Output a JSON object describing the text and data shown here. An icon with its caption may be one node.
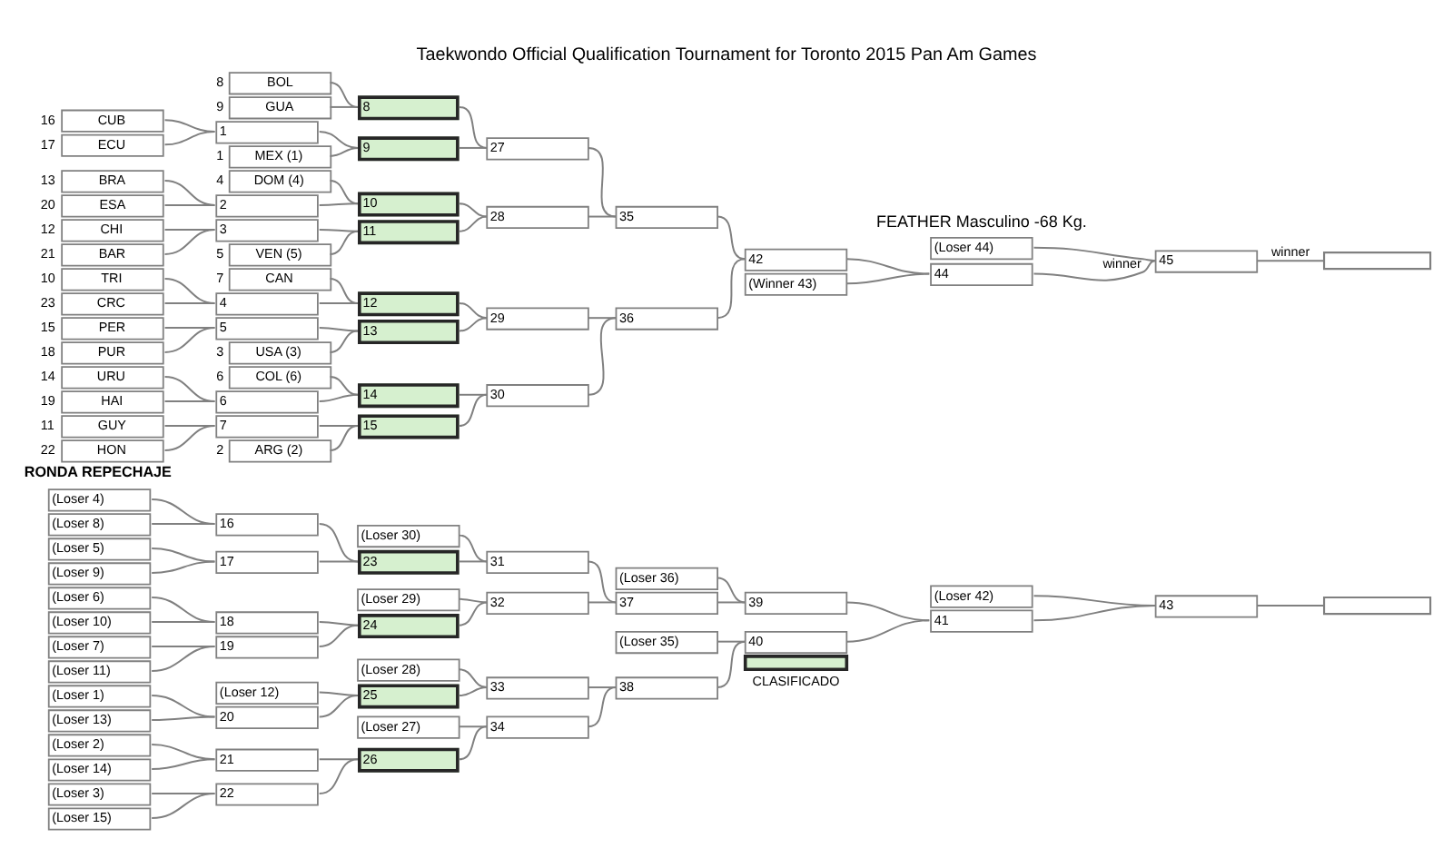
{
  "diagram": {
    "title": "Taekwondo Official Qualification Tournament for Toronto 2015 Pan Am Games",
    "nodes": [
      {
        "text": [
          "BOL"
        ],
        "beside": [
          "8"
        ]
      },
      {
        "text": [
          "GUA"
        ],
        "beside": [
          "9"
        ]
      },
      {
        "text": [
          "CUB"
        ],
        "beside": [
          "16"
        ]
      },
      {
        "text": [
          "ECU"
        ],
        "beside": [
          "17"
        ]
      },
      {
        "text": [
          "MEX (1)"
        ],
        "beside": [
          "1"
        ]
      },
      {
        "text": [
          "DOM (4)"
        ],
        "beside": [
          "4"
        ]
      },
      {
        "text": [
          "BRA"
        ],
        "beside": [
          "13"
        ]
      },
      {
        "text": [
          "ESA"
        ],
        "beside": [
          "20"
        ]
      },
      {
        "text": [
          "CHI"
        ],
        "beside": [
          "12"
        ]
      },
      {
        "text": [
          "BAR"
        ],
        "beside": [
          "21"
        ]
      },
      {
        "text": [
          "VEN (5)"
        ],
        "beside": [
          "5"
        ]
      },
      {
        "text": [
          "CAN"
        ],
        "beside": [
          "7"
        ]
      },
      {
        "text": [
          "TRI"
        ],
        "beside": [
          "10"
        ]
      },
      {
        "text": [
          "CRC"
        ],
        "beside": [
          "23"
        ]
      },
      {
        "text": [
          "PER"
        ],
        "beside": [
          "15"
        ]
      },
      {
        "text": [
          "PUR"
        ],
        "beside": [
          "18"
        ]
      },
      {
        "text": [
          "USA (3)"
        ],
        "beside": [
          "3"
        ]
      },
      {
        "text": [
          "COL (6)"
        ],
        "beside": [
          "6"
        ]
      },
      {
        "text": [
          "URU"
        ],
        "beside": [
          "14"
        ]
      },
      {
        "text": [
          "HAI"
        ],
        "beside": [
          "19"
        ]
      },
      {
        "text": [
          "GUY"
        ],
        "beside": [
          "11"
        ]
      },
      {
        "text": [
          "HON"
        ],
        "beside": [
          "22"
        ]
      },
      {
        "text": [
          "ARG (2)"
        ],
        "beside": [
          "2"
        ]
      },
      {
        "text": [
          "1"
        ]
      },
      {
        "text": [
          "2"
        ]
      },
      {
        "text": [
          "3"
        ]
      },
      {
        "text": [
          "4"
        ]
      },
      {
        "text": [
          "5"
        ]
      },
      {
        "text": [
          "6"
        ]
      },
      {
        "text": [
          "7"
        ]
      },
      {
        "text": [
          "8"
        ]
      },
      {
        "text": [
          "9"
        ]
      },
      {
        "text": [
          "10"
        ]
      },
      {
        "text": [
          "11"
        ]
      },
      {
        "text": [
          "12"
        ]
      },
      {
        "text": [
          "13"
        ]
      },
      {
        "text": [
          "14"
        ]
      },
      {
        "text": [
          "15"
        ]
      },
      {
        "text": [
          "27"
        ]
      },
      {
        "text": [
          "28"
        ]
      },
      {
        "text": [
          "29"
        ]
      },
      {
        "text": [
          "30"
        ]
      },
      {
        "text": [
          "35"
        ]
      },
      {
        "text": [
          "36"
        ]
      },
      {
        "text": [
          "42"
        ]
      },
      {
        "text": [
          "(Loser 44)"
        ]
      },
      {
        "text": [
          "(Winner 43)"
        ]
      },
      {
        "text": [
          "44"
        ]
      },
      {
        "text": [
          "45"
        ]
      },
      {
        "text": [],
        "shape": "box"
      },
      {
        "text": [
          "(Loser 4)"
        ]
      },
      {
        "text": [
          "(Loser 8)"
        ]
      },
      {
        "text": [
          "16"
        ]
      },
      {
        "text": [
          "(Loser 5)"
        ]
      },
      {
        "text": [
          "(Loser 9)"
        ]
      },
      {
        "text": [
          "17"
        ]
      },
      {
        "text": [
          "(Loser 6)"
        ]
      },
      {
        "text": [
          "(Loser 10)"
        ]
      },
      {
        "text": [
          "18"
        ]
      },
      {
        "text": [
          "(Loser 7)"
        ]
      },
      {
        "text": [
          "(Loser 11)"
        ]
      },
      {
        "text": [
          "19"
        ]
      },
      {
        "text": [
          "(Loser 12)"
        ]
      },
      {
        "text": [
          "(Loser 1)"
        ]
      },
      {
        "text": [
          "(Loser 13)"
        ]
      },
      {
        "text": [
          "20"
        ]
      },
      {
        "text": [
          "(Loser 2)"
        ]
      },
      {
        "text": [
          "(Loser 14)"
        ]
      },
      {
        "text": [
          "21"
        ]
      },
      {
        "text": [
          "(Loser 3)"
        ]
      },
      {
        "text": [
          "(Loser 15)"
        ]
      },
      {
        "text": [
          "22"
        ]
      },
      {
        "text": [
          "23"
        ]
      },
      {
        "text": [
          "24"
        ]
      },
      {
        "text": [
          "25"
        ]
      },
      {
        "text": [
          "26"
        ]
      },
      {
        "text": [
          "(Loser 30)"
        ]
      },
      {
        "text": [
          "(Loser 29)"
        ]
      },
      {
        "text": [
          "(Loser 28)"
        ]
      },
      {
        "text": [
          "(Loser 27)"
        ]
      },
      {
        "text": [
          "31"
        ]
      },
      {
        "text": [
          "32"
        ]
      },
      {
        "text": [
          "33"
        ]
      },
      {
        "text": [
          "34"
        ]
      },
      {
        "text": [
          "37"
        ]
      },
      {
        "text": [
          "38"
        ]
      },
      {
        "text": [
          "(Loser 36)"
        ]
      },
      {
        "text": [
          "(Loser 35)"
        ]
      },
      {
        "text": [
          "39"
        ]
      },
      {
        "text": [
          "40"
        ]
      },
      {
        "text": [
          "41"
        ]
      },
      {
        "text": [
          "(Loser 42)"
        ]
      },
      {
        "text": [
          "43"
        ]
      },
      {
        "text": [],
        "shape": "box"
      }
    ],
    "edges": [
      {
        "from": 2,
        "to": 23,
        "arrow": "none"
      },
      {
        "from": 3,
        "to": 23,
        "arrow": "none"
      },
      {
        "from": 6,
        "to": 24,
        "arrow": "none"
      },
      {
        "from": 7,
        "to": 24,
        "arrow": "none"
      },
      {
        "from": 8,
        "to": 25,
        "arrow": "none"
      },
      {
        "from": 9,
        "to": 25,
        "arrow": "none"
      },
      {
        "from": 12,
        "to": 26,
        "arrow": "none"
      },
      {
        "from": 13,
        "to": 26,
        "arrow": "none"
      },
      {
        "from": 14,
        "to": 27,
        "arrow": "none"
      },
      {
        "from": 15,
        "to": 27,
        "arrow": "none"
      },
      {
        "from": 18,
        "to": 28,
        "arrow": "none"
      },
      {
        "from": 19,
        "to": 28,
        "arrow": "none"
      },
      {
        "from": 20,
        "to": 29,
        "arrow": "none"
      },
      {
        "from": 21,
        "to": 29,
        "arrow": "none"
      },
      {
        "from": 0,
        "to": 30,
        "arrow": "none"
      },
      {
        "from": 1,
        "to": 30,
        "arrow": "none"
      },
      {
        "from": 23,
        "to": 31,
        "arrow": "none"
      },
      {
        "from": 4,
        "to": 31,
        "arrow": "none"
      },
      {
        "from": 5,
        "to": 32,
        "arrow": "none"
      },
      {
        "from": 24,
        "to": 32,
        "arrow": "none"
      },
      {
        "from": 25,
        "to": 33,
        "arrow": "none"
      },
      {
        "from": 10,
        "to": 33,
        "arrow": "none"
      },
      {
        "from": 11,
        "to": 34,
        "arrow": "none"
      },
      {
        "from": 26,
        "to": 34,
        "arrow": "none"
      },
      {
        "from": 27,
        "to": 35,
        "arrow": "none"
      },
      {
        "from": 16,
        "to": 35,
        "arrow": "none"
      },
      {
        "from": 17,
        "to": 36,
        "arrow": "none"
      },
      {
        "from": 28,
        "to": 36,
        "arrow": "none"
      },
      {
        "from": 29,
        "to": 37,
        "arrow": "none"
      },
      {
        "from": 22,
        "to": 37,
        "arrow": "none"
      },
      {
        "from": 30,
        "to": 38,
        "arrow": "none"
      },
      {
        "from": 31,
        "to": 38,
        "arrow": "none"
      },
      {
        "from": 32,
        "to": 39,
        "arrow": "none"
      },
      {
        "from": 33,
        "to": 39,
        "arrow": "none"
      },
      {
        "from": 34,
        "to": 40,
        "arrow": "none"
      },
      {
        "from": 35,
        "to": 40,
        "arrow": "none"
      },
      {
        "from": 36,
        "to": 41,
        "arrow": "none"
      },
      {
        "from": 37,
        "to": 41,
        "arrow": "none"
      },
      {
        "from": 38,
        "to": 42,
        "arrow": "none"
      },
      {
        "from": 39,
        "to": 42,
        "arrow": "none"
      },
      {
        "from": 40,
        "to": 43,
        "arrow": "none"
      },
      {
        "from": 41,
        "to": 43,
        "arrow": "none"
      },
      {
        "from": 42,
        "to": 44,
        "arrow": "none"
      },
      {
        "from": 43,
        "to": 44,
        "arrow": "none"
      },
      {
        "from": 44,
        "to": 47,
        "arrow": "none"
      },
      {
        "from": 46,
        "to": 47,
        "arrow": "none"
      },
      {
        "from": 45,
        "to": 48,
        "arrow": "none"
      },
      {
        "from": 47,
        "to": 48,
        "arrow": "none",
        "label": "winner"
      },
      {
        "from": 48,
        "to": 49,
        "arrow": "none",
        "label": "winner"
      },
      {
        "from": 50,
        "to": 52,
        "arrow": "none"
      },
      {
        "from": 51,
        "to": 52,
        "arrow": "none"
      },
      {
        "from": 53,
        "to": 55,
        "arrow": "none"
      },
      {
        "from": 54,
        "to": 55,
        "arrow": "none"
      },
      {
        "from": 56,
        "to": 58,
        "arrow": "none"
      },
      {
        "from": 57,
        "to": 58,
        "arrow": "none"
      },
      {
        "from": 59,
        "to": 61,
        "arrow": "none"
      },
      {
        "from": 60,
        "to": 61,
        "arrow": "none"
      },
      {
        "from": 63,
        "to": 65,
        "arrow": "none"
      },
      {
        "from": 64,
        "to": 65,
        "arrow": "none"
      },
      {
        "from": 66,
        "to": 68,
        "arrow": "none"
      },
      {
        "from": 67,
        "to": 68,
        "arrow": "none"
      },
      {
        "from": 69,
        "to": 71,
        "arrow": "none"
      },
      {
        "from": 70,
        "to": 71,
        "arrow": "none"
      },
      {
        "from": 52,
        "to": 72,
        "arrow": "none"
      },
      {
        "from": 55,
        "to": 72,
        "arrow": "none"
      },
      {
        "from": 58,
        "to": 73,
        "arrow": "none"
      },
      {
        "from": 61,
        "to": 73,
        "arrow": "none"
      },
      {
        "from": 62,
        "to": 74,
        "arrow": "none"
      },
      {
        "from": 65,
        "to": 74,
        "arrow": "none"
      },
      {
        "from": 68,
        "to": 75,
        "arrow": "none"
      },
      {
        "from": 71,
        "to": 75,
        "arrow": "none"
      },
      {
        "from": 76,
        "to": 80,
        "arrow": "none"
      },
      {
        "from": 72,
        "to": 80,
        "arrow": "none"
      },
      {
        "from": 77,
        "to": 81,
        "arrow": "none"
      },
      {
        "from": 73,
        "to": 81,
        "arrow": "none"
      },
      {
        "from": 78,
        "to": 82,
        "arrow": "none"
      },
      {
        "from": 74,
        "to": 82,
        "arrow": "none"
      },
      {
        "from": 79,
        "to": 83,
        "arrow": "none"
      },
      {
        "from": 75,
        "to": 83,
        "arrow": "none"
      },
      {
        "from": 80,
        "to": 84,
        "arrow": "none"
      },
      {
        "from": 81,
        "to": 84,
        "arrow": "none"
      },
      {
        "from": 82,
        "to": 85,
        "arrow": "none"
      },
      {
        "from": 83,
        "to": 85,
        "arrow": "none"
      },
      {
        "from": 86,
        "to": 88,
        "arrow": "none"
      },
      {
        "from": 84,
        "to": 88,
        "arrow": "none"
      },
      {
        "from": 87,
        "to": 89,
        "arrow": "none"
      },
      {
        "from": 85,
        "to": 89,
        "arrow": "none"
      },
      {
        "from": 88,
        "to": 90,
        "arrow": "none"
      },
      {
        "from": 89,
        "to": 90,
        "arrow": "none"
      },
      {
        "from": 91,
        "to": 92,
        "arrow": "none"
      },
      {
        "from": 90,
        "to": 92,
        "arrow": "none"
      },
      {
        "from": 92,
        "to": 93,
        "arrow": "none"
      }
    ],
    "labels": [
      "FEATHER Masculino -68 Kg.",
      "RONDA REPECHAJE"
    ],
    "legend": [
      {
        "text": "CLASIFICADO",
        "color": "#d6f0cf"
      }
    ]
  }
}
